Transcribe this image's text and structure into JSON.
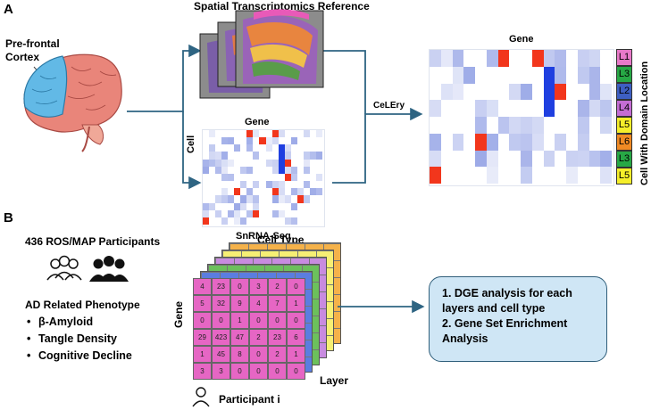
{
  "panel_a": {
    "label": "A",
    "title": "Spatial Transcriptomics Reference",
    "brain_label_line1": "Pre-frontal",
    "brain_label_line2": "Cortex",
    "snrna": {
      "gene_label": "Gene",
      "cell_label": "Cell",
      "caption": "SnRNA-Seq"
    },
    "method_label": "CeLEry",
    "output": {
      "gene_label": "Gene",
      "side_label": "Cell With Domain Location",
      "layers": [
        {
          "label": "L1",
          "color": "#e879c8"
        },
        {
          "label": "L3",
          "color": "#27a845"
        },
        {
          "label": "L2",
          "color": "#3e5fc2"
        },
        {
          "label": "L4",
          "color": "#c46dd4"
        },
        {
          "label": "L5",
          "color": "#f5ee2a"
        },
        {
          "label": "L6",
          "color": "#f08a24"
        },
        {
          "label": "L3",
          "color": "#27a845"
        },
        {
          "label": "L5",
          "color": "#f5ee2a"
        }
      ]
    }
  },
  "panel_b": {
    "label": "B",
    "participants_title": "436 ROS/MAP Participants",
    "phenotype_title": "AD Related Phenotype",
    "phenotypes": [
      "β-Amyloid",
      "Tangle Density",
      "Cognitive Decline"
    ],
    "cube": {
      "cell_type_label": "Cell Type",
      "gene_label": "Gene",
      "layer_label": "Layer",
      "participant_label": "Participant i",
      "layer_colors": [
        "#f5b24a",
        "#f6ef74",
        "#c88be0",
        "#6cc05c",
        "#5b7de0",
        "#e666c4"
      ],
      "matrix": [
        [
          "4",
          "23",
          "0",
          "3",
          "2",
          "0"
        ],
        [
          "5",
          "32",
          "9",
          "4",
          "7",
          "1"
        ],
        [
          "0",
          "0",
          "1",
          "0",
          "0",
          "0"
        ],
        [
          "29",
          "423",
          "47",
          "2",
          "23",
          "6"
        ],
        [
          "1",
          "45",
          "8",
          "0",
          "2",
          "1"
        ],
        [
          "3",
          "3",
          "0",
          "0",
          "0",
          "0"
        ]
      ]
    },
    "results": {
      "line1": "1. DGE analysis for each",
      "line2": "layers and cell type",
      "line3": "2. Gene Set Enrichment",
      "line4": "Analysis"
    }
  },
  "colors": {
    "arrow": "#2e6482",
    "heat_red": "#f2361c",
    "heat_blue": "#1f3fe0",
    "box_fill": "#cfe6f5"
  }
}
